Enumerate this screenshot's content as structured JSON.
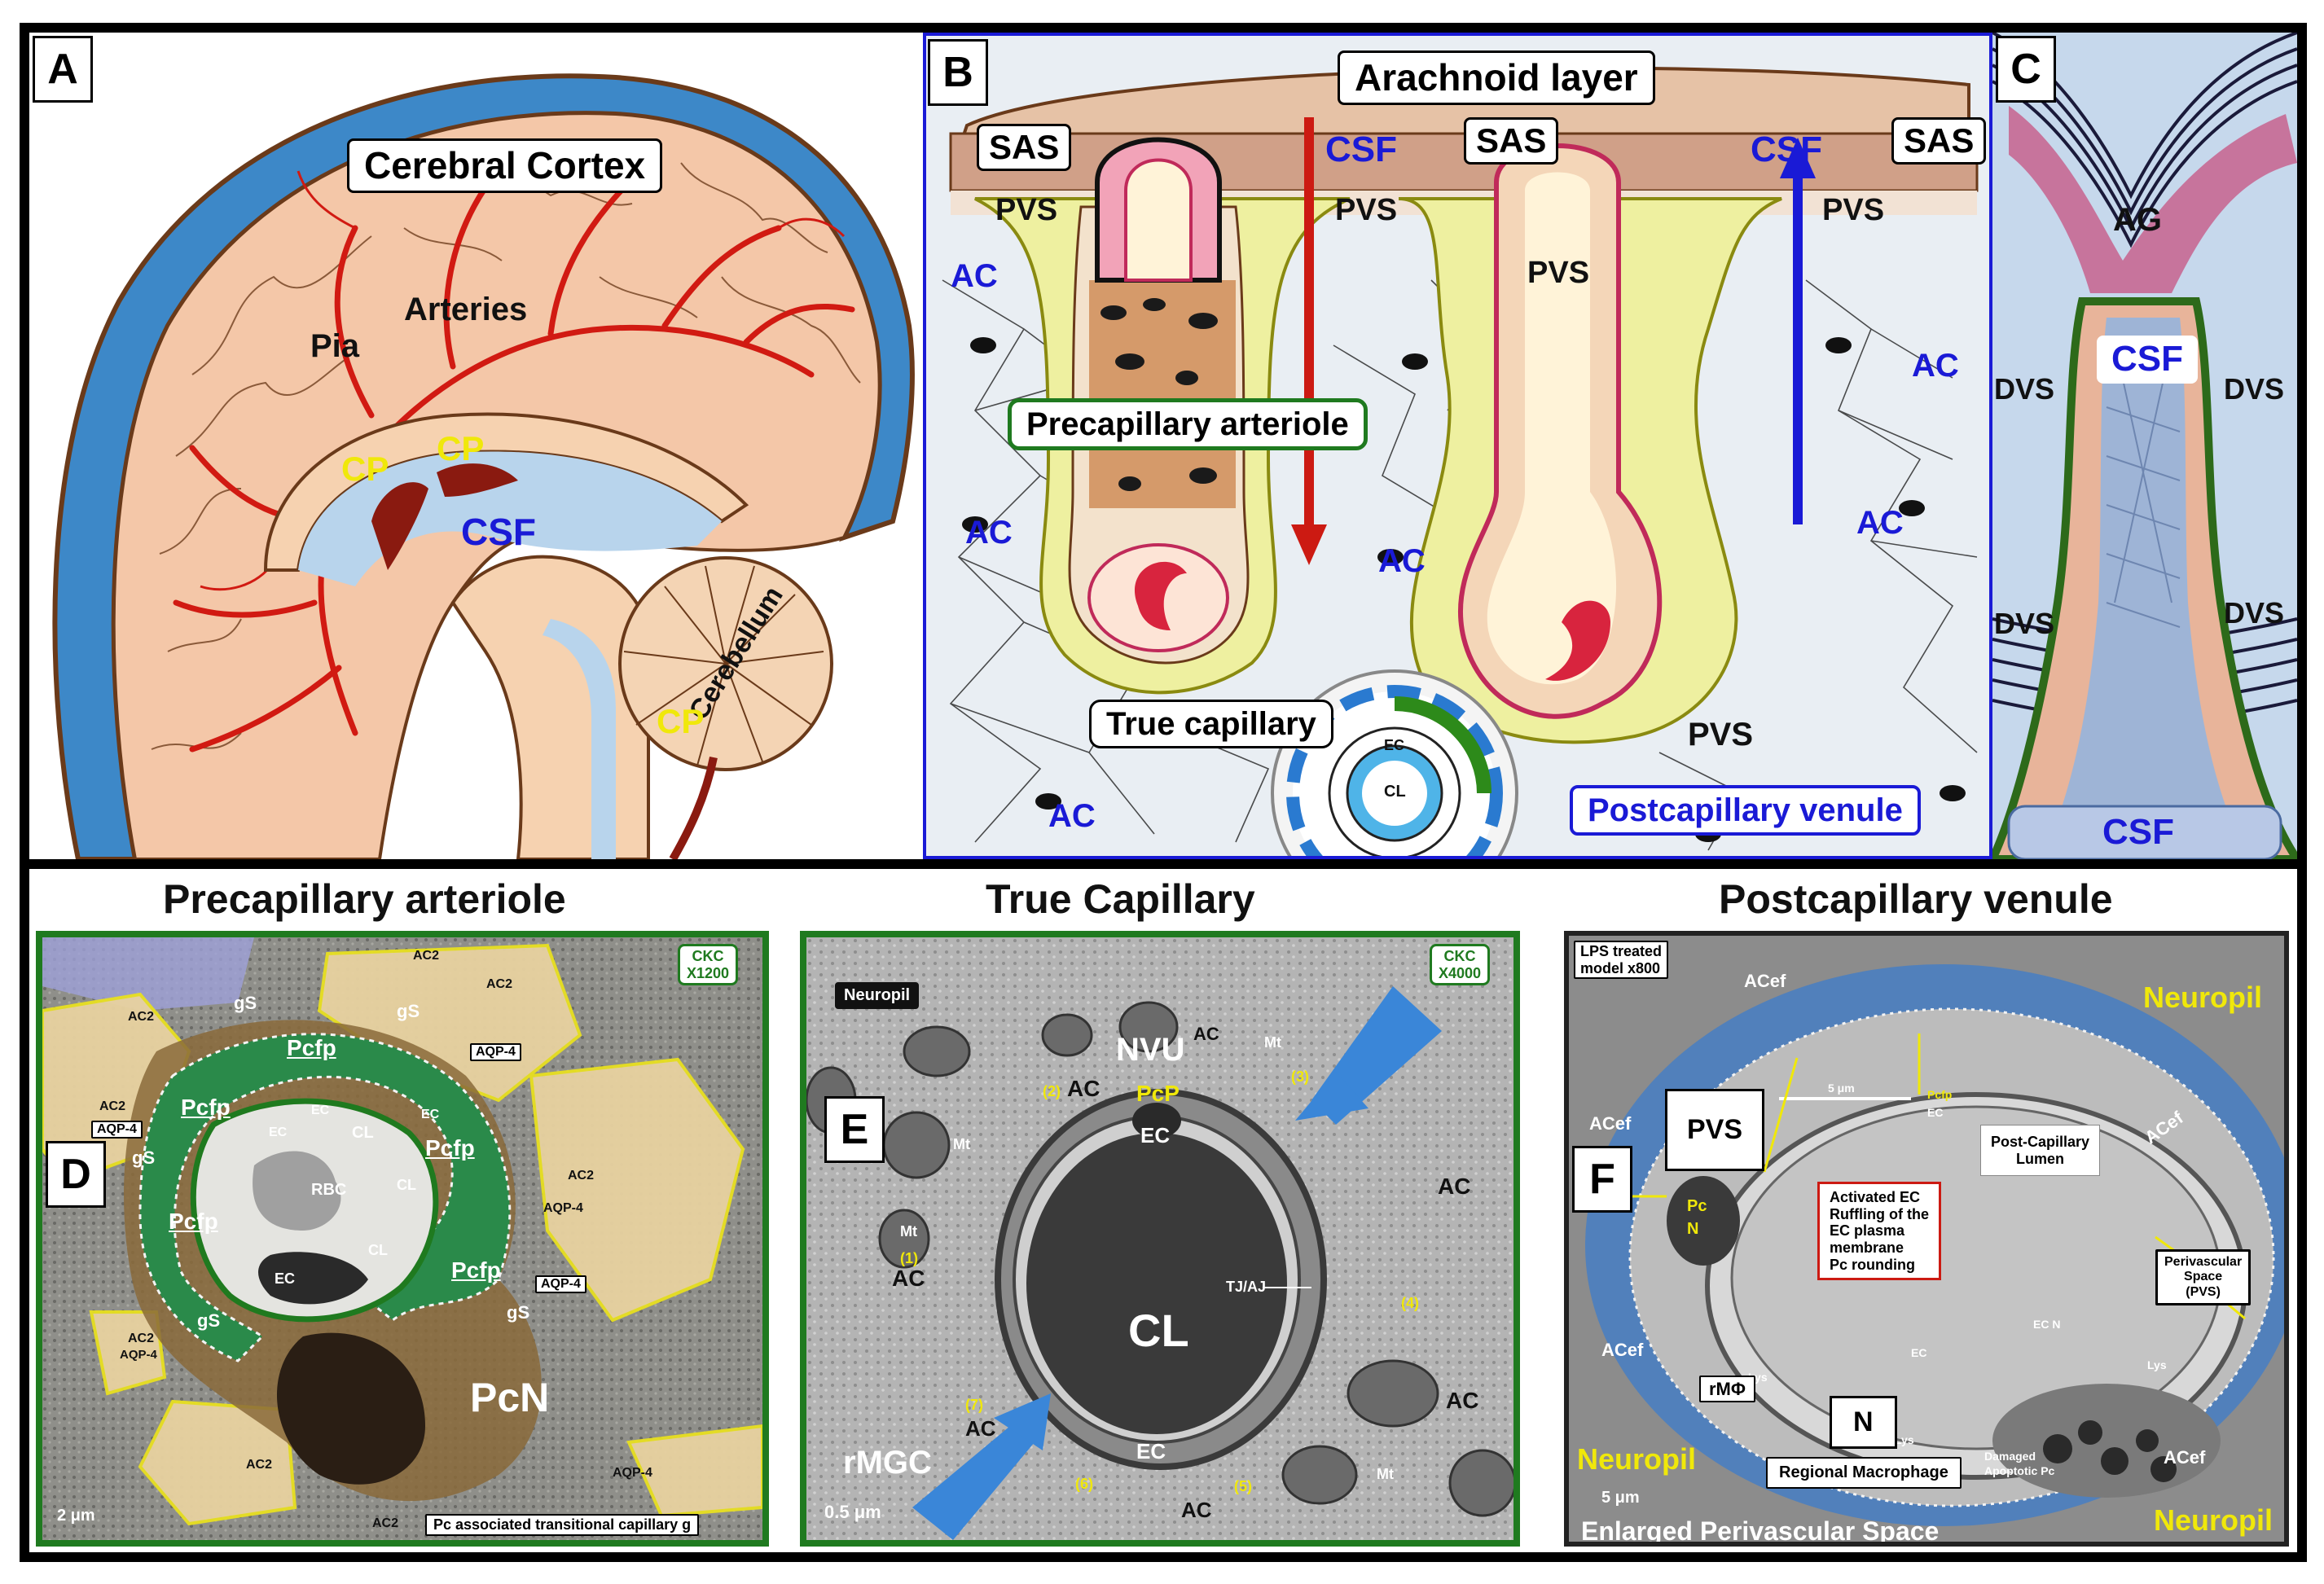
{
  "panels": {
    "A": {
      "letter": "A",
      "labels": {
        "cerebral_cortex": "Cerebral Cortex",
        "pia": "Pia",
        "arteries": "Arteries",
        "cp1": "CP",
        "cp2": "CP",
        "cp3": "CP",
        "csf": "CSF",
        "cerebellum": "Cerebellum"
      }
    },
    "B": {
      "letter": "B",
      "labels": {
        "arachnoid": "Arachnoid layer",
        "sas1": "SAS",
        "sas2": "SAS",
        "sas3": "SAS",
        "csf1": "CSF",
        "csf2": "CSF",
        "pvs1": "PVS",
        "pvs2": "PVS",
        "pvs3": "PVS",
        "pvs4": "PVS",
        "pvs5": "PVS",
        "ac1": "AC",
        "ac2": "AC",
        "ac3": "AC",
        "ac4": "AC",
        "ac5": "AC",
        "ac6": "AC",
        "precap": "Precapillary arteriole",
        "truecap": "True capillary",
        "postcap": "Postcapillary venule",
        "inset_cl": "CL",
        "inset_ec": "EC"
      }
    },
    "C": {
      "letter": "C",
      "labels": {
        "ag": "AG",
        "csf_top": "CSF",
        "csf_bottom": "CSF",
        "dvs1": "DVS",
        "dvs2": "DVS",
        "dvs3": "DVS",
        "dvs4": "DVS"
      }
    },
    "D": {
      "letter": "D",
      "heading": "Precapillary arteriole",
      "badge": [
        "CKC",
        "X1200"
      ],
      "labels": {
        "rbc": "RBC",
        "cl1": "CL",
        "cl2": "CL",
        "cl3": "CL",
        "ec1": "EC",
        "ec2": "EC",
        "ec3": "EC",
        "ec4": "EC",
        "pcfp1": "Pcfp",
        "pcfp2": "Pcfp",
        "pcfp3": "Pcfp",
        "pcfp4": "Pcfp",
        "pcn": "PcN",
        "gs1": "gS",
        "gs2": "gS",
        "gs3": "gS",
        "gs4": "gS",
        "gs5": "gS",
        "aqp1": "AQP-4",
        "aqp2": "AQP-4",
        "aqp3": "AQP-4",
        "aqp4": "AQP-4",
        "aqp5": "AQP-4",
        "aqp6": "AQP-4",
        "ac2_1": "AC2",
        "ac2_2": "AC2",
        "ac2_3": "AC2",
        "ac2_4": "AC2",
        "ac2_5": "AC2",
        "ac2_6": "AC2",
        "ac2_7": "AC2",
        "ac2_8": "AC2",
        "scale": "2 μm",
        "caption": "Pc associated transitional capillary g"
      }
    },
    "E": {
      "letter": "E",
      "heading": "True Capillary",
      "badge": [
        "CKC",
        "X4000"
      ],
      "labels": {
        "neuropil": "Neuropil",
        "nvu": "NVU",
        "pcp": "PcP",
        "ec_top": "EC",
        "ec_bottom": "EC",
        "cl": "CL",
        "tjaj": "TJ/AJ",
        "rmgc": "rMGC",
        "mt1": "Mt",
        "mt2": "Mt",
        "mt3": "Mt",
        "mt4": "Mt",
        "ac1": "AC",
        "ac2": "AC",
        "ac3": "AC",
        "ac4": "AC",
        "ac5": "AC",
        "ac6": "AC",
        "ac7": "AC",
        "n1": "(1)",
        "n2": "(2)",
        "n3": "(3)",
        "n4": "(4)",
        "n5": "(5)",
        "n6": "(6)",
        "n7": "(7)",
        "scale": "0.5 μm"
      }
    },
    "F": {
      "letter": "F",
      "heading": "Postcapillary venule",
      "labels": {
        "model": "LPS treated\nmodel x800",
        "neuropil1": "Neuropil",
        "neuropil2": "Neuropil",
        "neuropil3": "Neuropil",
        "acef1": "ACef",
        "acef2": "ACef",
        "acef3": "ACef",
        "acef4": "ACef",
        "acef5": "ACef",
        "pvs": "PVS",
        "pvs_box": "Perivascular\nSpace\n(PVS)",
        "lumen": "Post-Capillary\nLumen",
        "activated": "Activated EC\nRuffling of the\nEC plasma\nmembrane\nPc rounding",
        "pcn": "Pc\nN",
        "pcfp": "Pcfp",
        "ec1": "EC",
        "ec2": "EC",
        "ecn": "EC N",
        "lys1": "Lys",
        "lys2": "Lys",
        "lys3": "Lys",
        "rmo": "rMΦ",
        "n": "N",
        "macrophage": "Regional Macrophage",
        "damaged": "Damaged\nApoptotic Pc",
        "scale_top": "5 μm",
        "scale_bottom": "5 μm",
        "enlarged": "Enlarged Perivascular Space"
      }
    }
  },
  "colors": {
    "csf_blue": "#1a1ad6",
    "artery_red": "#cc1a12",
    "label_yellow": "#f0e80a",
    "green_box": "#1f7a1f",
    "vein_blue": "#3a7cc4"
  }
}
